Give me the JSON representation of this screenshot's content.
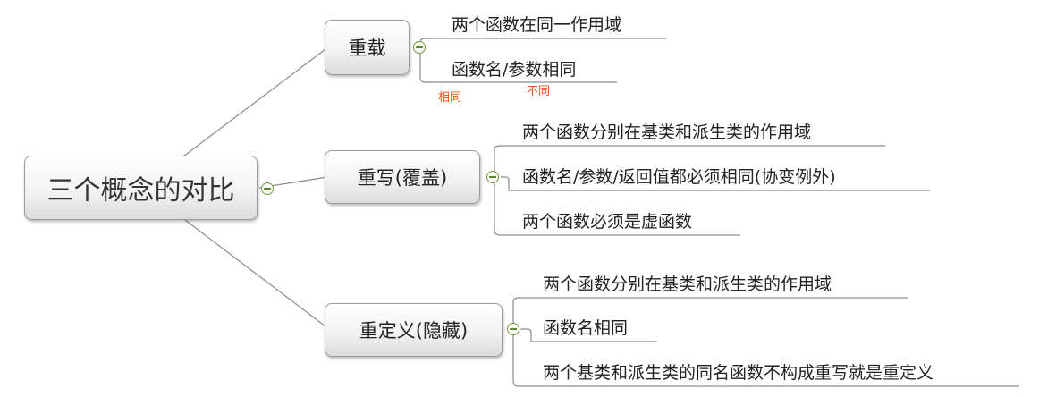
{
  "root": {
    "label": "三个概念的对比"
  },
  "branches": [
    {
      "label": "重载",
      "leaves": [
        "两个函数在同一作用域",
        "函数名/参数相同"
      ],
      "notes": [
        "相同",
        "不同"
      ]
    },
    {
      "label": "重写(覆盖)",
      "leaves": [
        "两个函数分别在基类和派生类的作用域",
        "函数名/参数/返回值都必须相同(协变例外)",
        "两个函数必须是虚函数"
      ]
    },
    {
      "label": "重定义(隐藏)",
      "leaves": [
        "两个函数分别在基类和派生类的作用域",
        "函数名相同",
        "两个基类和派生类的同名函数不构成重写就是重定义"
      ]
    }
  ],
  "colors": {
    "connector": "#8c8c8c",
    "collapse_icon": "#6e9a3b",
    "note_text": "#e2571a"
  },
  "icons": {
    "collapse": "collapse-minus-icon"
  }
}
